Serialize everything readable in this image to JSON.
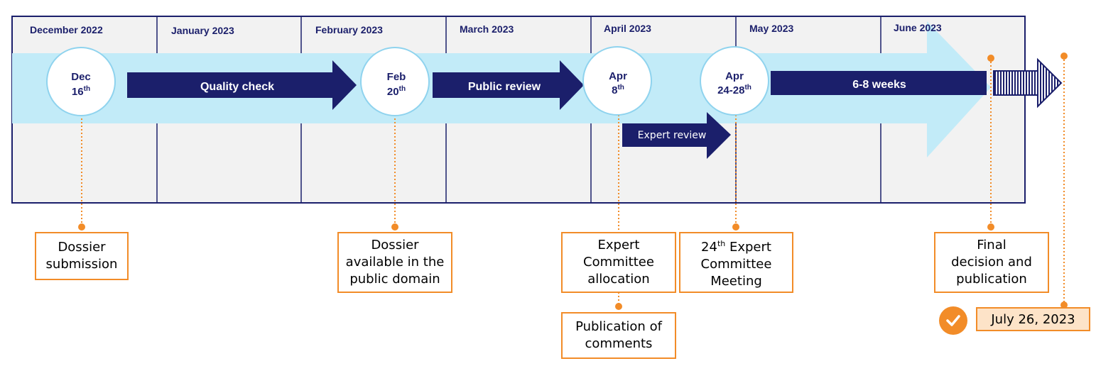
{
  "months": [
    "December 2022",
    "January 2023",
    "February 2023",
    "March 2023",
    "April 2023",
    "May 2023",
    "June 2023"
  ],
  "milestones": [
    {
      "month": "Dec",
      "day": "16",
      "sup": "th"
    },
    {
      "month": "Feb",
      "day": "20",
      "sup": "th"
    },
    {
      "month": "Apr",
      "day": "8",
      "sup": "th"
    },
    {
      "month": "Apr",
      "day": "24-28",
      "sup": "th"
    }
  ],
  "arrows": {
    "quality_check": "Quality check",
    "public_review": "Public review",
    "expert_review": "Expert review",
    "six_eight_weeks": "6-8 weeks"
  },
  "boxes": {
    "dossier_submission": "Dossier\nsubmission",
    "dossier_available": "Dossier\navailable in the\npublic domain",
    "expert_allocation": "Expert\nCommittee\nallocation",
    "publication_comments": "Publication of\ncomments",
    "meeting_prefix": "24",
    "meeting_sup": "th",
    "meeting_rest": " Expert\nCommittee\nMeeting",
    "final_decision": "Final\ndecision and\npublication"
  },
  "final_date": "July 26, 2023",
  "colors": {
    "navy": "#1b1f6b",
    "orange": "#f28c28",
    "light_blue": "#c2ebf8",
    "panel_gray": "#f2f2f2",
    "date_fill": "#fde3c8"
  }
}
